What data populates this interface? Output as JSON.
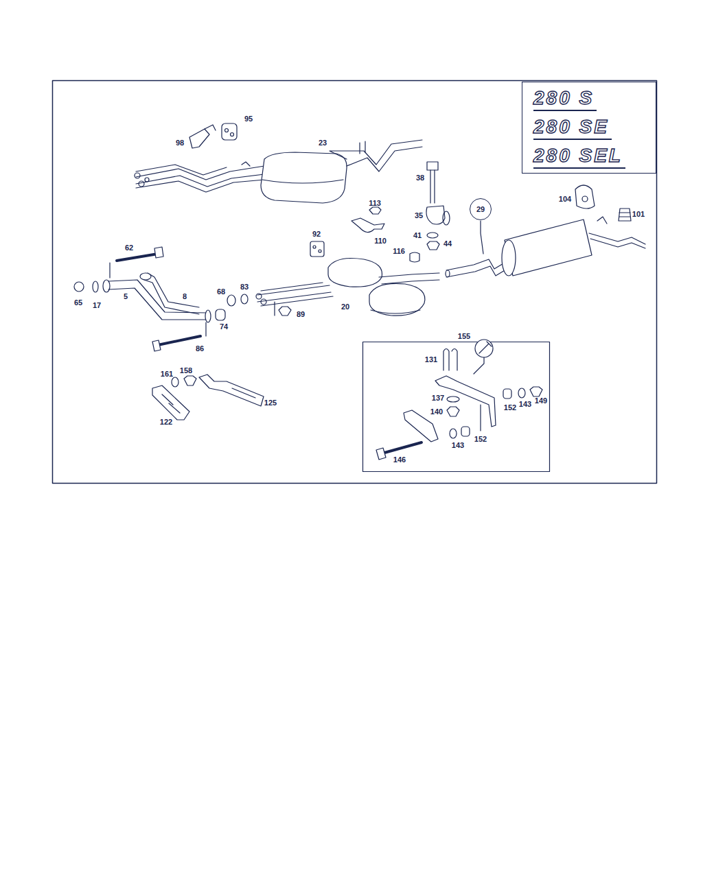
{
  "diagram": {
    "nodes": [
      {
        "text": [
          "280 S",
          "280 SE",
          "280 SEL"
        ]
      },
      {
        "text": [
          "29"
        ]
      }
    ],
    "labels": [
      "95",
      "98",
      "23",
      "38",
      "113",
      "35",
      "110",
      "41",
      "44",
      "116",
      "104",
      "101",
      "92",
      "62",
      "65",
      "17",
      "5",
      "8",
      "68",
      "83",
      "74",
      "89",
      "20",
      "86",
      "161",
      "158",
      "125",
      "122",
      "155",
      "131",
      "137",
      "140",
      "152",
      "143",
      "149",
      "143",
      "152",
      "146"
    ]
  }
}
